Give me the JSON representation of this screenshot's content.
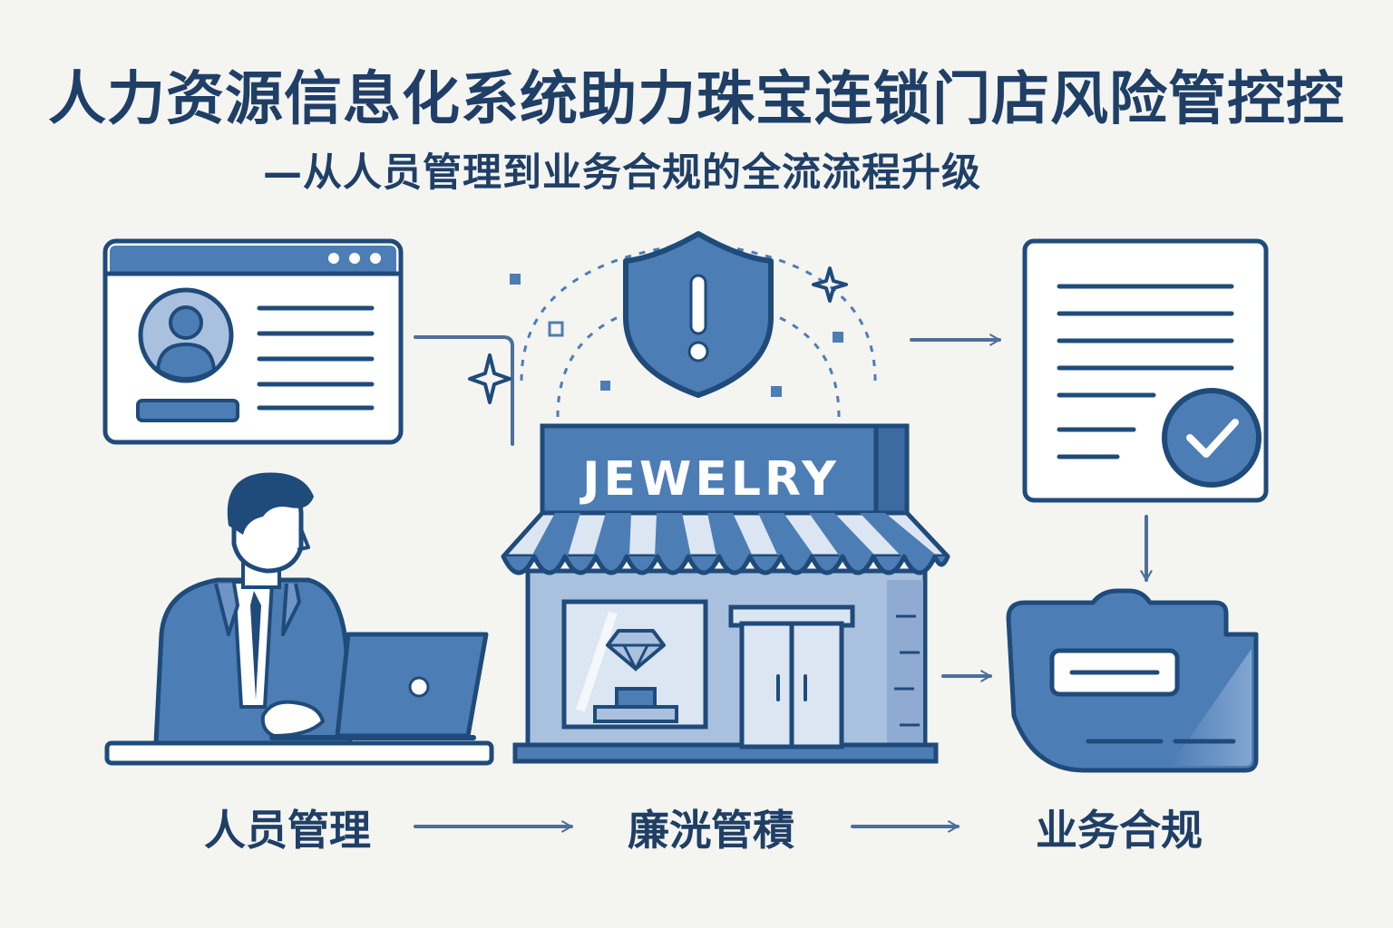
{
  "header": {
    "title": "人力资源信息化系统助力珠宝连锁门店风险管控控",
    "subtitle": "—从人员管理到业务合规的全流流程升级"
  },
  "store": {
    "sign": "JEWELRY"
  },
  "stages": [
    {
      "label": "人员管理"
    },
    {
      "label": "廉洸管積"
    },
    {
      "label": "业务合规"
    }
  ],
  "colors": {
    "dark": "#1f4b7a",
    "mid": "#4d7db5",
    "light": "#a9c1df",
    "pale": "#dce6f2",
    "background": "#f4f4f1"
  },
  "icons": {
    "profile": "employee-profile-window-icon",
    "shield": "warning-shield-icon",
    "document": "approved-document-icon",
    "folder": "compliance-folder-icon",
    "person": "employee-at-laptop-icon",
    "store": "jewelry-store-icon"
  }
}
